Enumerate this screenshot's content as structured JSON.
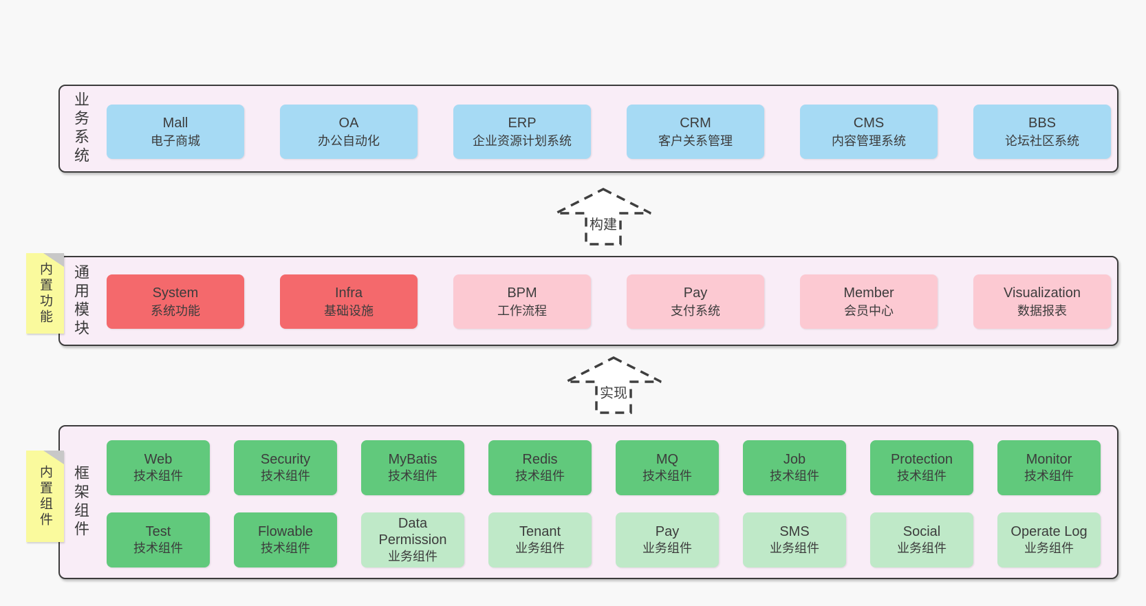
{
  "colors": {
    "page_bg": "#f8f8f8",
    "band_bg": "#f9edf7",
    "band_border": "#3b3b3b",
    "business_box": "#a6daf4",
    "core_module_box": "#f4696c",
    "optional_module_box": "#fcc9d2",
    "tech_component_box": "#61c97c",
    "biz_component_box": "#bfe9c8",
    "note_bg": "#fafa9d",
    "note_fold": "#c8c8c8",
    "text": "#3c3c3c"
  },
  "arrows": [
    {
      "label": "构建"
    },
    {
      "label": "实现"
    }
  ],
  "bands": [
    {
      "side_label": "业务系统",
      "boxes": [
        {
          "en": "Mall",
          "zh": "电子商城"
        },
        {
          "en": "OA",
          "zh": "办公自动化"
        },
        {
          "en": "ERP",
          "zh": "企业资源计划系统"
        },
        {
          "en": "CRM",
          "zh": "客户关系管理"
        },
        {
          "en": "CMS",
          "zh": "内容管理系统"
        },
        {
          "en": "BBS",
          "zh": "论坛社区系统"
        }
      ]
    },
    {
      "side_label": "通用模块",
      "note": "内置功能",
      "boxes": [
        {
          "en": "System",
          "zh": "系统功能",
          "variant": "red"
        },
        {
          "en": "Infra",
          "zh": "基础设施",
          "variant": "red"
        },
        {
          "en": "BPM",
          "zh": "工作流程",
          "variant": "pink"
        },
        {
          "en": "Pay",
          "zh": "支付系统",
          "variant": "pink"
        },
        {
          "en": "Member",
          "zh": "会员中心",
          "variant": "pink"
        },
        {
          "en": "Visualization",
          "zh": "数据报表",
          "variant": "pink"
        }
      ]
    },
    {
      "side_label": "框架组件",
      "note": "内置组件",
      "row1": [
        {
          "en": "Web",
          "zh": "技术组件",
          "variant": "green"
        },
        {
          "en": "Security",
          "zh": "技术组件",
          "variant": "green"
        },
        {
          "en": "MyBatis",
          "zh": "技术组件",
          "variant": "green"
        },
        {
          "en": "Redis",
          "zh": "技术组件",
          "variant": "green"
        },
        {
          "en": "MQ",
          "zh": "技术组件",
          "variant": "green"
        },
        {
          "en": "Job",
          "zh": "技术组件",
          "variant": "green"
        },
        {
          "en": "Protection",
          "zh": "技术组件",
          "variant": "green"
        },
        {
          "en": "Monitor",
          "zh": "技术组件",
          "variant": "green"
        }
      ],
      "row2": [
        {
          "en": "Test",
          "zh": "技术组件",
          "variant": "green"
        },
        {
          "en": "Flowable",
          "zh": "技术组件",
          "variant": "green"
        },
        {
          "en": "Data Permission",
          "zh": "业务组件",
          "variant": "lightgreen"
        },
        {
          "en": "Tenant",
          "zh": "业务组件",
          "variant": "lightgreen"
        },
        {
          "en": "Pay",
          "zh": "业务组件",
          "variant": "lightgreen"
        },
        {
          "en": "SMS",
          "zh": "业务组件",
          "variant": "lightgreen"
        },
        {
          "en": "Social",
          "zh": "业务组件",
          "variant": "lightgreen"
        },
        {
          "en": "Operate Log",
          "zh": "业务组件",
          "variant": "lightgreen"
        }
      ]
    }
  ]
}
